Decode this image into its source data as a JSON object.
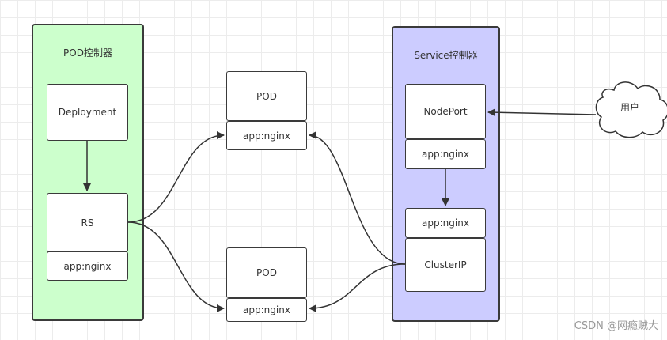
{
  "pod_controller": {
    "title": "POD控制器",
    "deployment": "Deployment",
    "rs": "RS",
    "rs_label": "app:nginx"
  },
  "pods": [
    {
      "name": "POD",
      "label": "app:nginx"
    },
    {
      "name": "POD",
      "label": "app:nginx"
    }
  ],
  "service_controller": {
    "title": "Service控制器",
    "nodeport": "NodePort",
    "nodeport_label": "app:nginx",
    "clusterip_label": "app:nginx",
    "clusterip": "ClusterIP"
  },
  "user": {
    "label": "用户"
  },
  "watermark": "CSDN @网瘾贼大"
}
